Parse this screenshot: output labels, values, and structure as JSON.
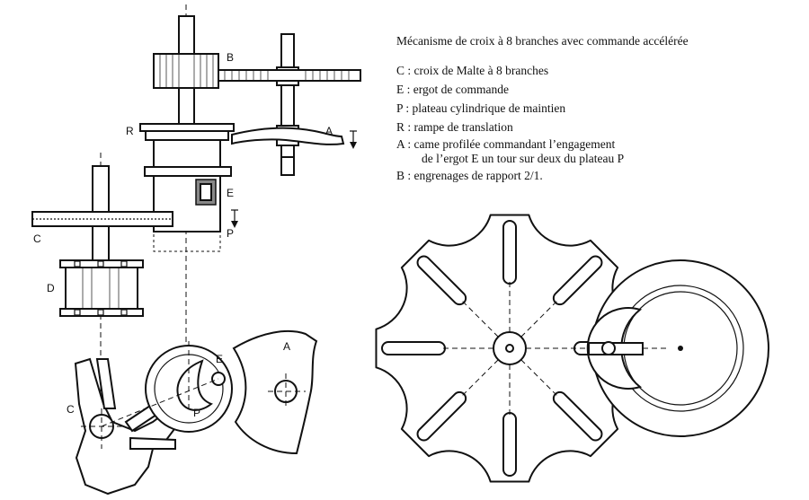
{
  "caption": {
    "title": "Mécanisme de croix à 8 branches avec commande accélérée",
    "items": [
      {
        "text": "C : croix de Malte à 8 branches"
      },
      {
        "text": "E : ergot de commande"
      },
      {
        "text": "P : plateau cylindrique de maintien"
      },
      {
        "text": "R : rampe de translation"
      },
      {
        "text": "A : came profilée commandant l’engagement"
      },
      {
        "text": "de l’ergot E un tour sur deux du plateau P"
      },
      {
        "text": "B : engrenages de rapport 2/1."
      }
    ]
  },
  "labels": {
    "B": "B",
    "R": "R",
    "A": "A",
    "E": "E",
    "C": "C",
    "P": "P",
    "D": "D",
    "A2": "A",
    "E2": "E",
    "C2": "C",
    "P2": "P"
  }
}
